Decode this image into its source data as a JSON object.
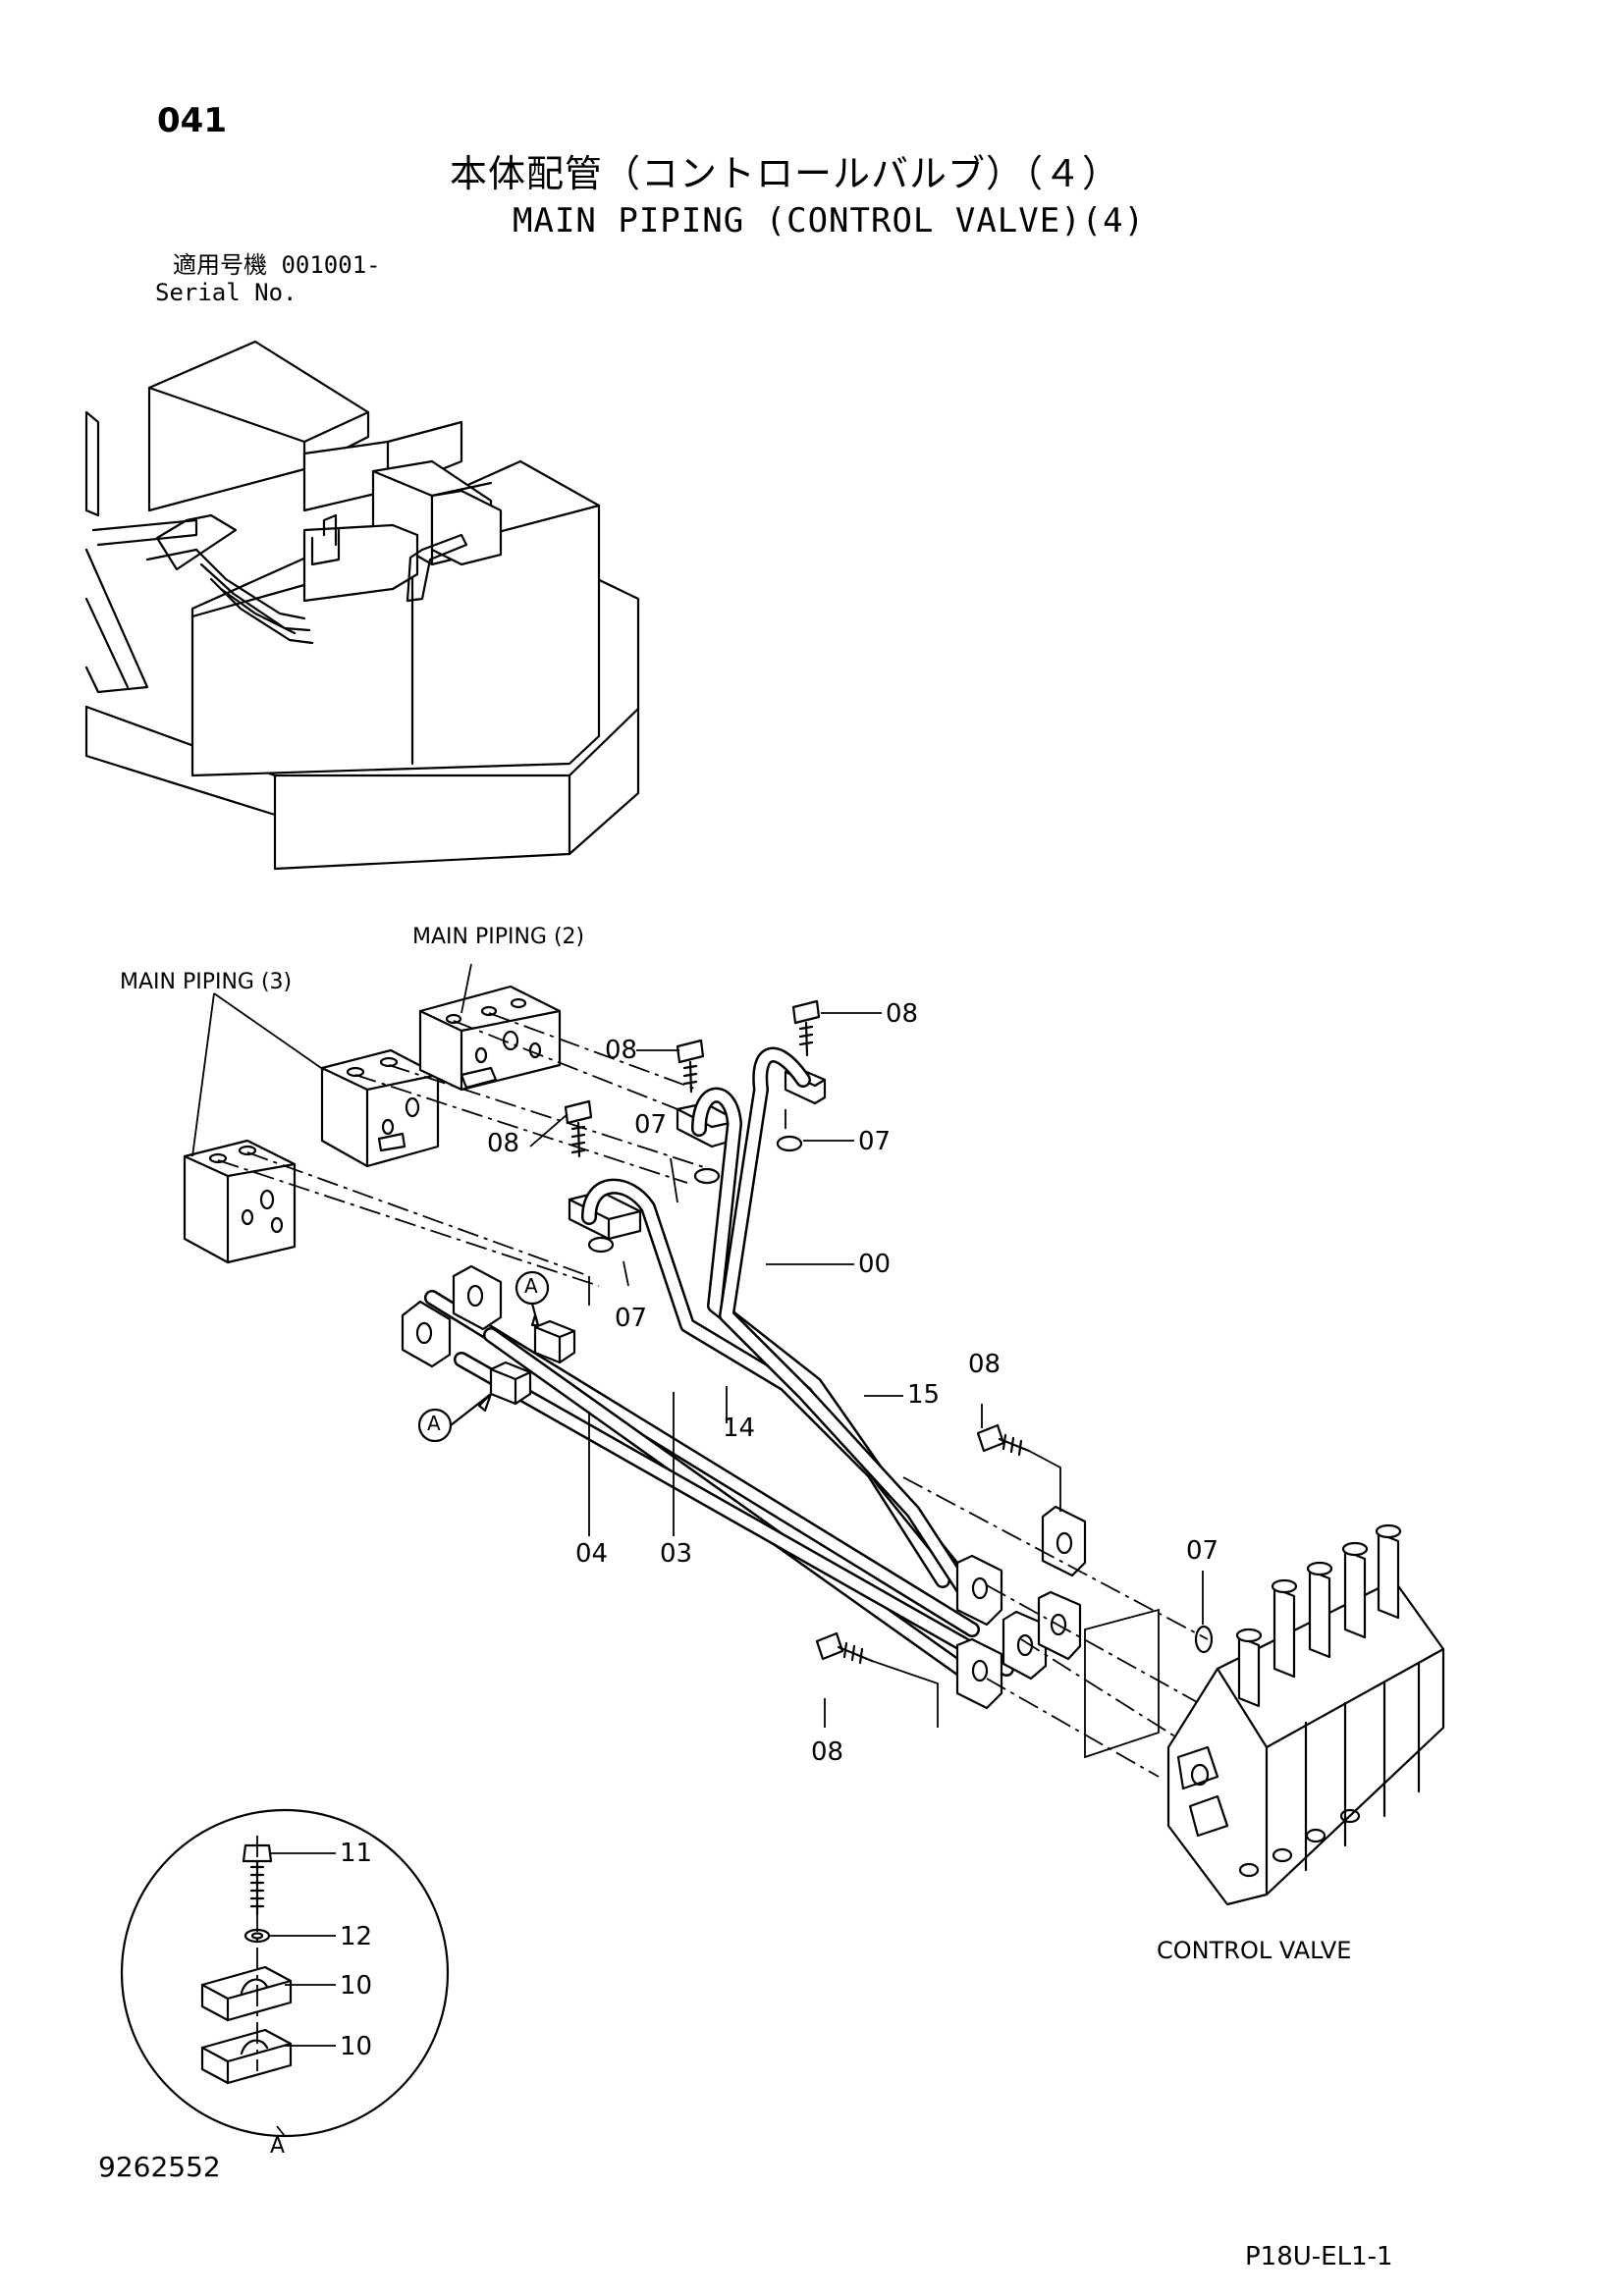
{
  "header": {
    "page_no": "041",
    "title_jp": "本体配管（コントロールバルブ）（４）",
    "title_en": "MAIN PIPING (CONTROL VALVE)(4)",
    "serial_jp": "適用号機  001001-",
    "serial_en": "Serial No."
  },
  "labels": {
    "main_piping_2": "MAIN PIPING (2)",
    "main_piping_3": "MAIN PIPING (3)",
    "control_valve": "CONTROL VALVE",
    "view_a": "A"
  },
  "callouts": {
    "p00": "00",
    "p03": "03",
    "p04": "04",
    "p07": "07",
    "p08": "08",
    "p10": "10",
    "p11": "11",
    "p12": "12",
    "p14": "14",
    "p15": "15"
  },
  "footer": {
    "doc_no": "9262552",
    "sheet_code": "P18U-EL1-1"
  }
}
